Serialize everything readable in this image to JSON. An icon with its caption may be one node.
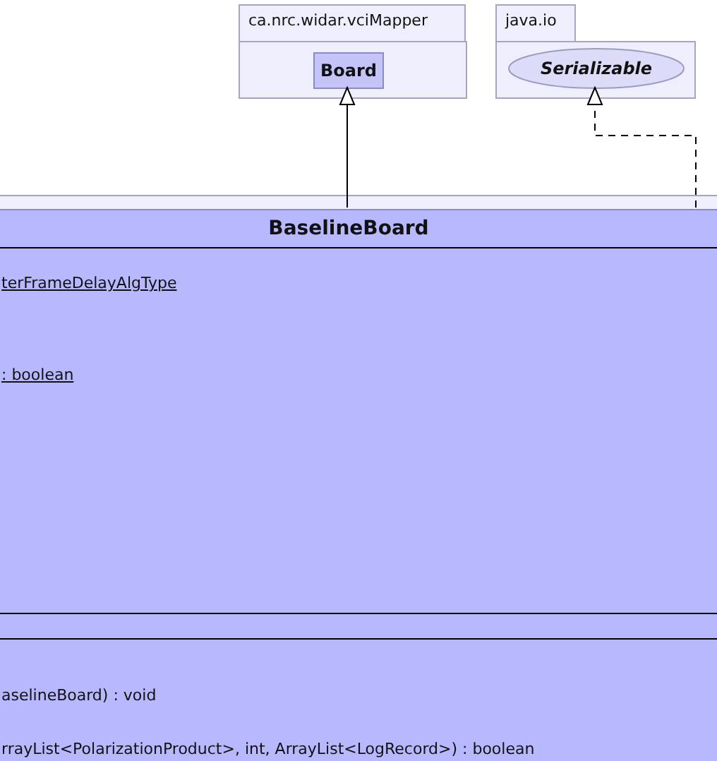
{
  "diagram": {
    "nodes": [
      {
        "text": [
          "ca.nrc.widar.vciMapper"
        ]
      },
      {
        "text": [
          "Board"
        ],
        "in": 0
      },
      {
        "text": [
          "java.io"
        ]
      },
      {
        "text": [
          "Serializable"
        ],
        "in": 2
      },
      {
        "text": [],
        "shape": "box"
      },
      {
        "text": [
          "BaselineBoard",
          "terFrameDelayAlgType",
          ": boolean",
          "aselineBoard) : void",
          "rrayList<PolarizationProduct>, int, ArrayList<LogRecord>) : boolean"
        ],
        "in": 4
      }
    ],
    "edges": [
      {
        "from": 5,
        "to": 1,
        "arrow": "to"
      },
      {
        "from": 5,
        "to": 3,
        "arrow": "to",
        "style": "dashed"
      }
    ]
  }
}
